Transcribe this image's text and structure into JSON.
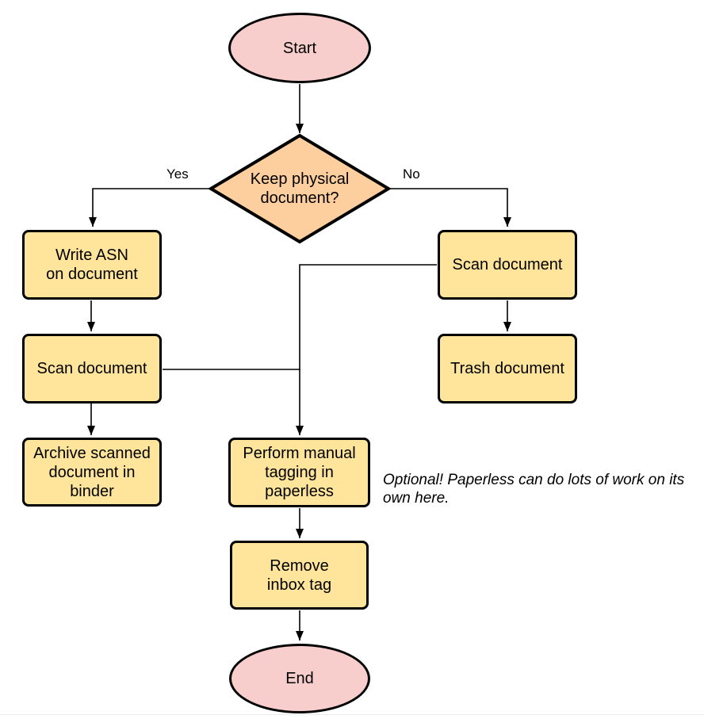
{
  "palette": {
    "terminal_fill": "#f8cecc",
    "decision_fill": "#fdce9e",
    "process_fill": "#ffe59b",
    "stroke": "#000000",
    "line": "#000000",
    "divider": "#e9edf1"
  },
  "nodes": {
    "start": {
      "label": "Start",
      "type": "terminal"
    },
    "decision": {
      "label": "Keep physical\ndocument?",
      "type": "decision"
    },
    "write_asn": {
      "label": "Write ASN\non document",
      "type": "process"
    },
    "scan_left": {
      "label": "Scan document",
      "type": "process"
    },
    "archive": {
      "label": "Archive scanned\ndocument in\nbinder",
      "type": "process"
    },
    "scan_right": {
      "label": "Scan document",
      "type": "process"
    },
    "trash": {
      "label": "Trash document",
      "type": "process"
    },
    "tagging": {
      "label": "Perform manual\ntagging in\npaperless",
      "type": "process"
    },
    "remove_inbox": {
      "label": "Remove\ninbox tag",
      "type": "process"
    },
    "end": {
      "label": "End",
      "type": "terminal"
    }
  },
  "edges": {
    "yes": {
      "label": "Yes"
    },
    "no": {
      "label": "No"
    }
  },
  "annotation": {
    "text": "Optional! Paperless can do lots of work on its own here."
  }
}
